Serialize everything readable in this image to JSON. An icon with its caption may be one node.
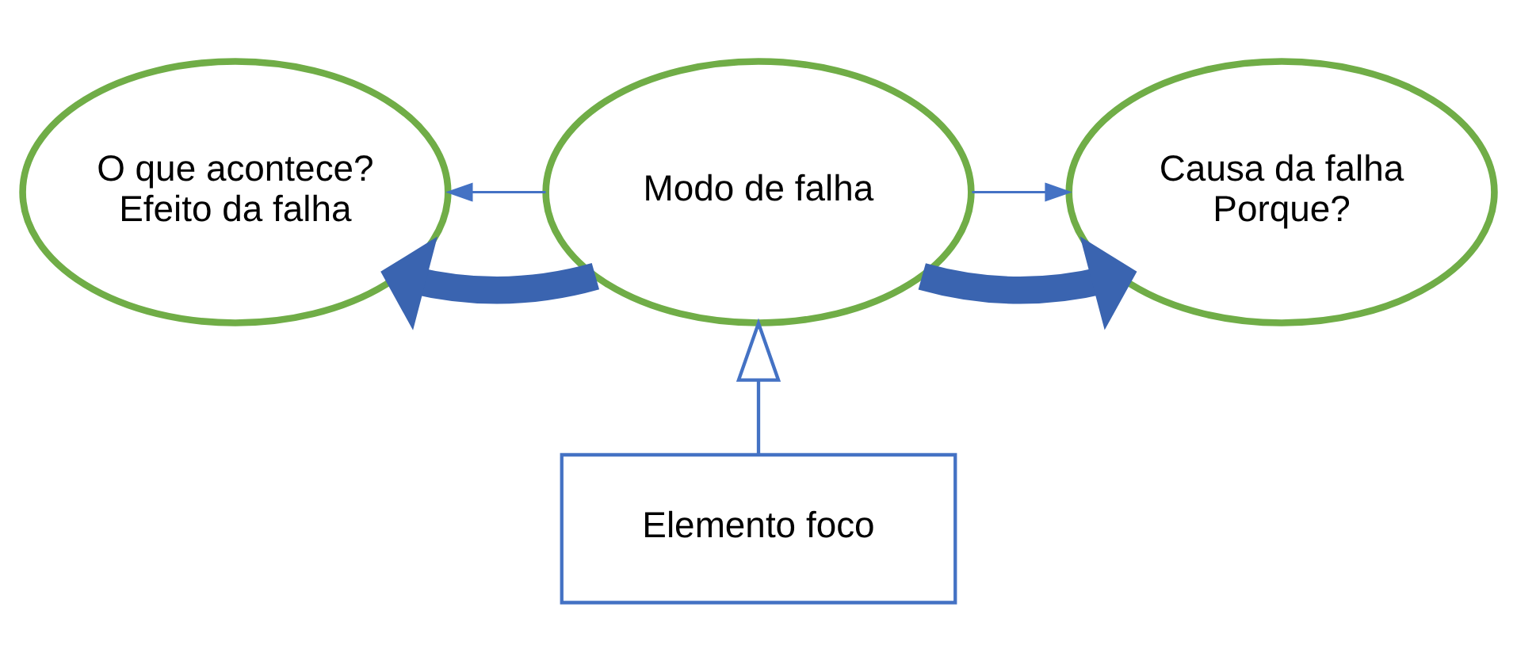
{
  "diagram": {
    "nodes": [
      {
        "text": [
          "O que acontece?",
          "Efeito da falha"
        ]
      },
      {
        "text": [
          "Modo de falha"
        ]
      },
      {
        "text": [
          "Causa da falha",
          "Porque?"
        ]
      },
      {
        "text": [
          "Elemento foco"
        ]
      }
    ],
    "edges": [
      {
        "from": 1,
        "to": 0,
        "arrow": "to"
      },
      {
        "from": 1,
        "to": 2,
        "arrow": "to"
      },
      {
        "from": 1,
        "to": 2,
        "arrow": "to",
        "style": "thick",
        "color": "#3a64b0"
      },
      {
        "from": 1,
        "to": 0,
        "arrow": "to",
        "style": "thick",
        "color": "#3a64b0"
      },
      {
        "from": 3,
        "to": 1,
        "arrow": "to"
      }
    ]
  }
}
